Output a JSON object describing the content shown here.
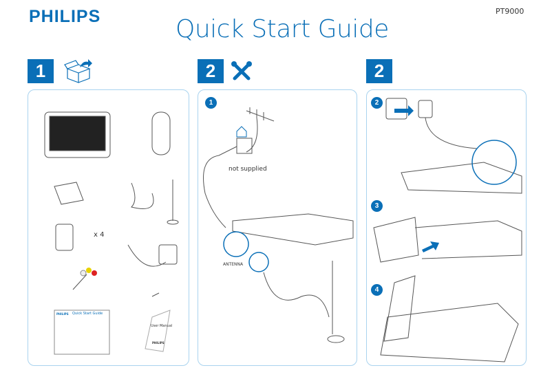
{
  "header": {
    "brand": "PHILIPS",
    "model": "PT9000",
    "title": "Quick Start Guide"
  },
  "steps": [
    {
      "number": "1",
      "icon": "unbox-icon"
    },
    {
      "number": "2",
      "icon": "tools-icon"
    },
    {
      "number": "2",
      "icon": ""
    }
  ],
  "panel1": {
    "multiplier": "x 4",
    "guide_brand": "PHILIPS",
    "guide_title": "Quick Start Guide",
    "manual_title": "User Manual",
    "manual_brand": "PHILIPS"
  },
  "panel2": {
    "substep": "1",
    "not_supplied": "not supplied",
    "antenna_label": "ANTENNA"
  },
  "panel3": {
    "substeps": [
      "2",
      "3",
      "4"
    ]
  },
  "colors": {
    "brand_blue": "#0a6fb7",
    "panel_border": "#a9d3ef"
  }
}
